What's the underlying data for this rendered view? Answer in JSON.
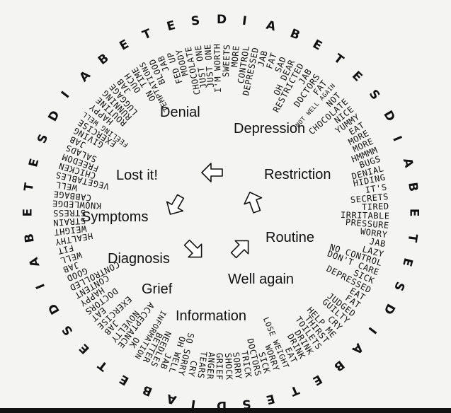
{
  "ring_word": "DIABETES",
  "stages": {
    "denial": "Denial",
    "depression": "Depression",
    "restriction": "Restriction",
    "routine": "Routine",
    "well_again": "Well again",
    "information": "Information",
    "grief": "Grief",
    "diagnosis": "Diagnosis",
    "symptoms": "Symptoms",
    "lost_it": "Lost it!"
  },
  "arrow_icon": "hollow-arrow-icon",
  "spokes": [
    "DEPRESSED",
    "JAB",
    "FAT",
    "SAD",
    "OH DEAR",
    "RESTRICTED",
    "JAB",
    "DOCTORS",
    "FAT",
    "NOT WELL AGAIN",
    "NOT",
    "CHOCOLATE",
    "NICE",
    "YUMMY",
    "EAT",
    "MORE",
    "MORE",
    "HMMMM",
    "BUGS",
    "DENIAL",
    "HIDING",
    "IT'S",
    "SECRETS",
    "TIRED",
    "IRRITABLE",
    "PRESSURE",
    "WORRY",
    "JAB",
    "LAZY",
    "NO CONTROL",
    "DON'T CARE",
    "SICK",
    "DEPRESSED",
    "EAT",
    "FAT",
    "JUDGED",
    "GUILTY",
    "CRY",
    "HELP ME",
    "THIRST",
    "TOILETS",
    "DRINK",
    "DRINK",
    "EAT",
    "LOSE WEIGHT",
    "WORRY",
    "SICK",
    "DOCTORS",
    "TRICK",
    "SORRY",
    "SHOCK",
    "GRIEF",
    "ANGER",
    "TEARS",
    "CRY",
    "SO SORRY",
    "OH WELL",
    "JAB",
    "NEEDLES",
    "BETTER",
    "INFORMATION",
    "OK",
    "ACCEPTANCE",
    "NOVELTY",
    "JAB",
    "EXERCISE",
    "EAT",
    "DOCTORS",
    "HAPPY",
    "CONTENT",
    "CONTROLLED",
    "GOOD",
    "JAB",
    "WELL",
    "FIT",
    "HEALTHY",
    "WEIGHT",
    "STRAIN",
    "STRESS",
    "KNOWLEDGE",
    "CABBAGE",
    "WELL",
    "VEGETABLES",
    "CHICKEN",
    "FREEDOM",
    "SALADS",
    "JAB",
    "GIVING",
    "EXERCISE",
    "FEELING WELL",
    "HAPPY",
    "ROUTINE",
    "RUNNING",
    "LUGGAGE",
    "JAB",
    "OUCH",
    "ON TIME",
    "TEMPTATIONS",
    "BLOOD",
    "JAB",
    "FED UP",
    "MOODY",
    "CHOCOLATE",
    "JUST ONE",
    "JUST ONE",
    "I'M WORTH",
    "SWEETS",
    "MORE",
    "CONTROL"
  ]
}
